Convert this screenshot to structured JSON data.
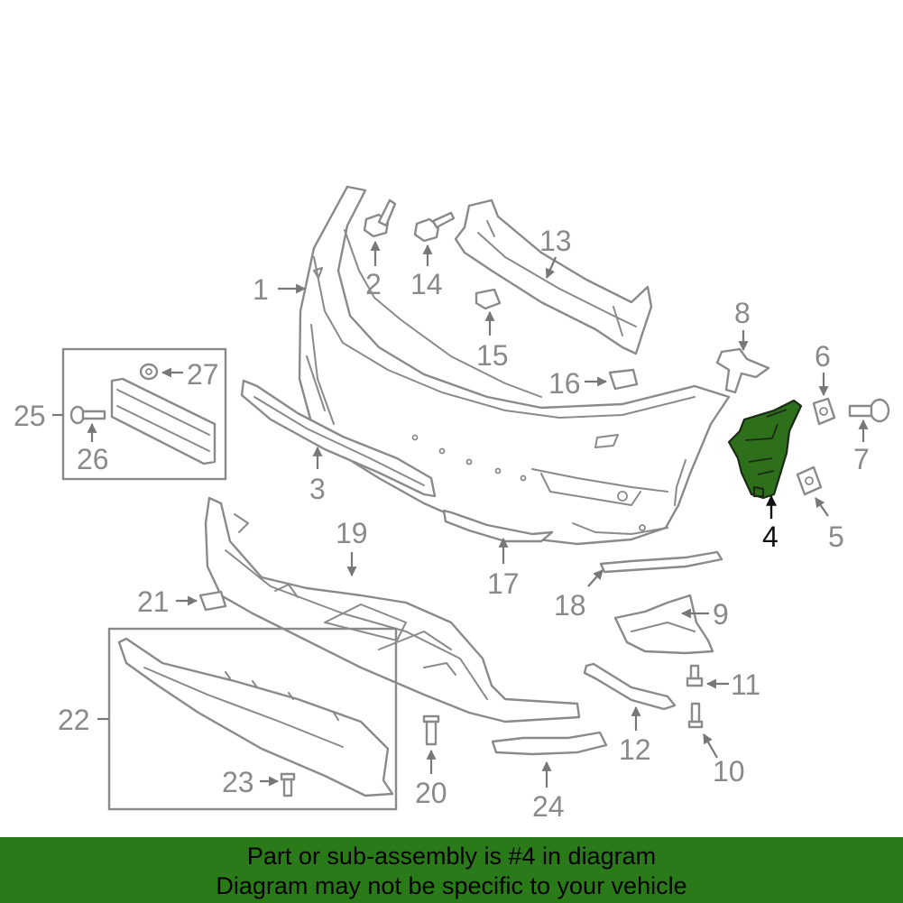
{
  "callouts": {
    "c1": "1",
    "c2": "2",
    "c3": "3",
    "c4": "4",
    "c5": "5",
    "c6": "6",
    "c7": "7",
    "c8": "8",
    "c9": "9",
    "c10": "10",
    "c11": "11",
    "c12": "12",
    "c13": "13",
    "c14": "14",
    "c15": "15",
    "c16": "16",
    "c17": "17",
    "c18": "18",
    "c19": "19",
    "c20": "20",
    "c21": "21",
    "c22": "22",
    "c23": "23",
    "c24": "24",
    "c25": "25",
    "c26": "26",
    "c27": "27"
  },
  "highlighted_part": "4",
  "colors": {
    "highlight": "#2e6f1c",
    "banner": "#2a7a1a",
    "line_art": "#8a8a8a"
  },
  "banner": {
    "line1": "Part or sub-assembly is #4 in diagram",
    "line2": "Diagram may not be specific to your vehicle"
  }
}
